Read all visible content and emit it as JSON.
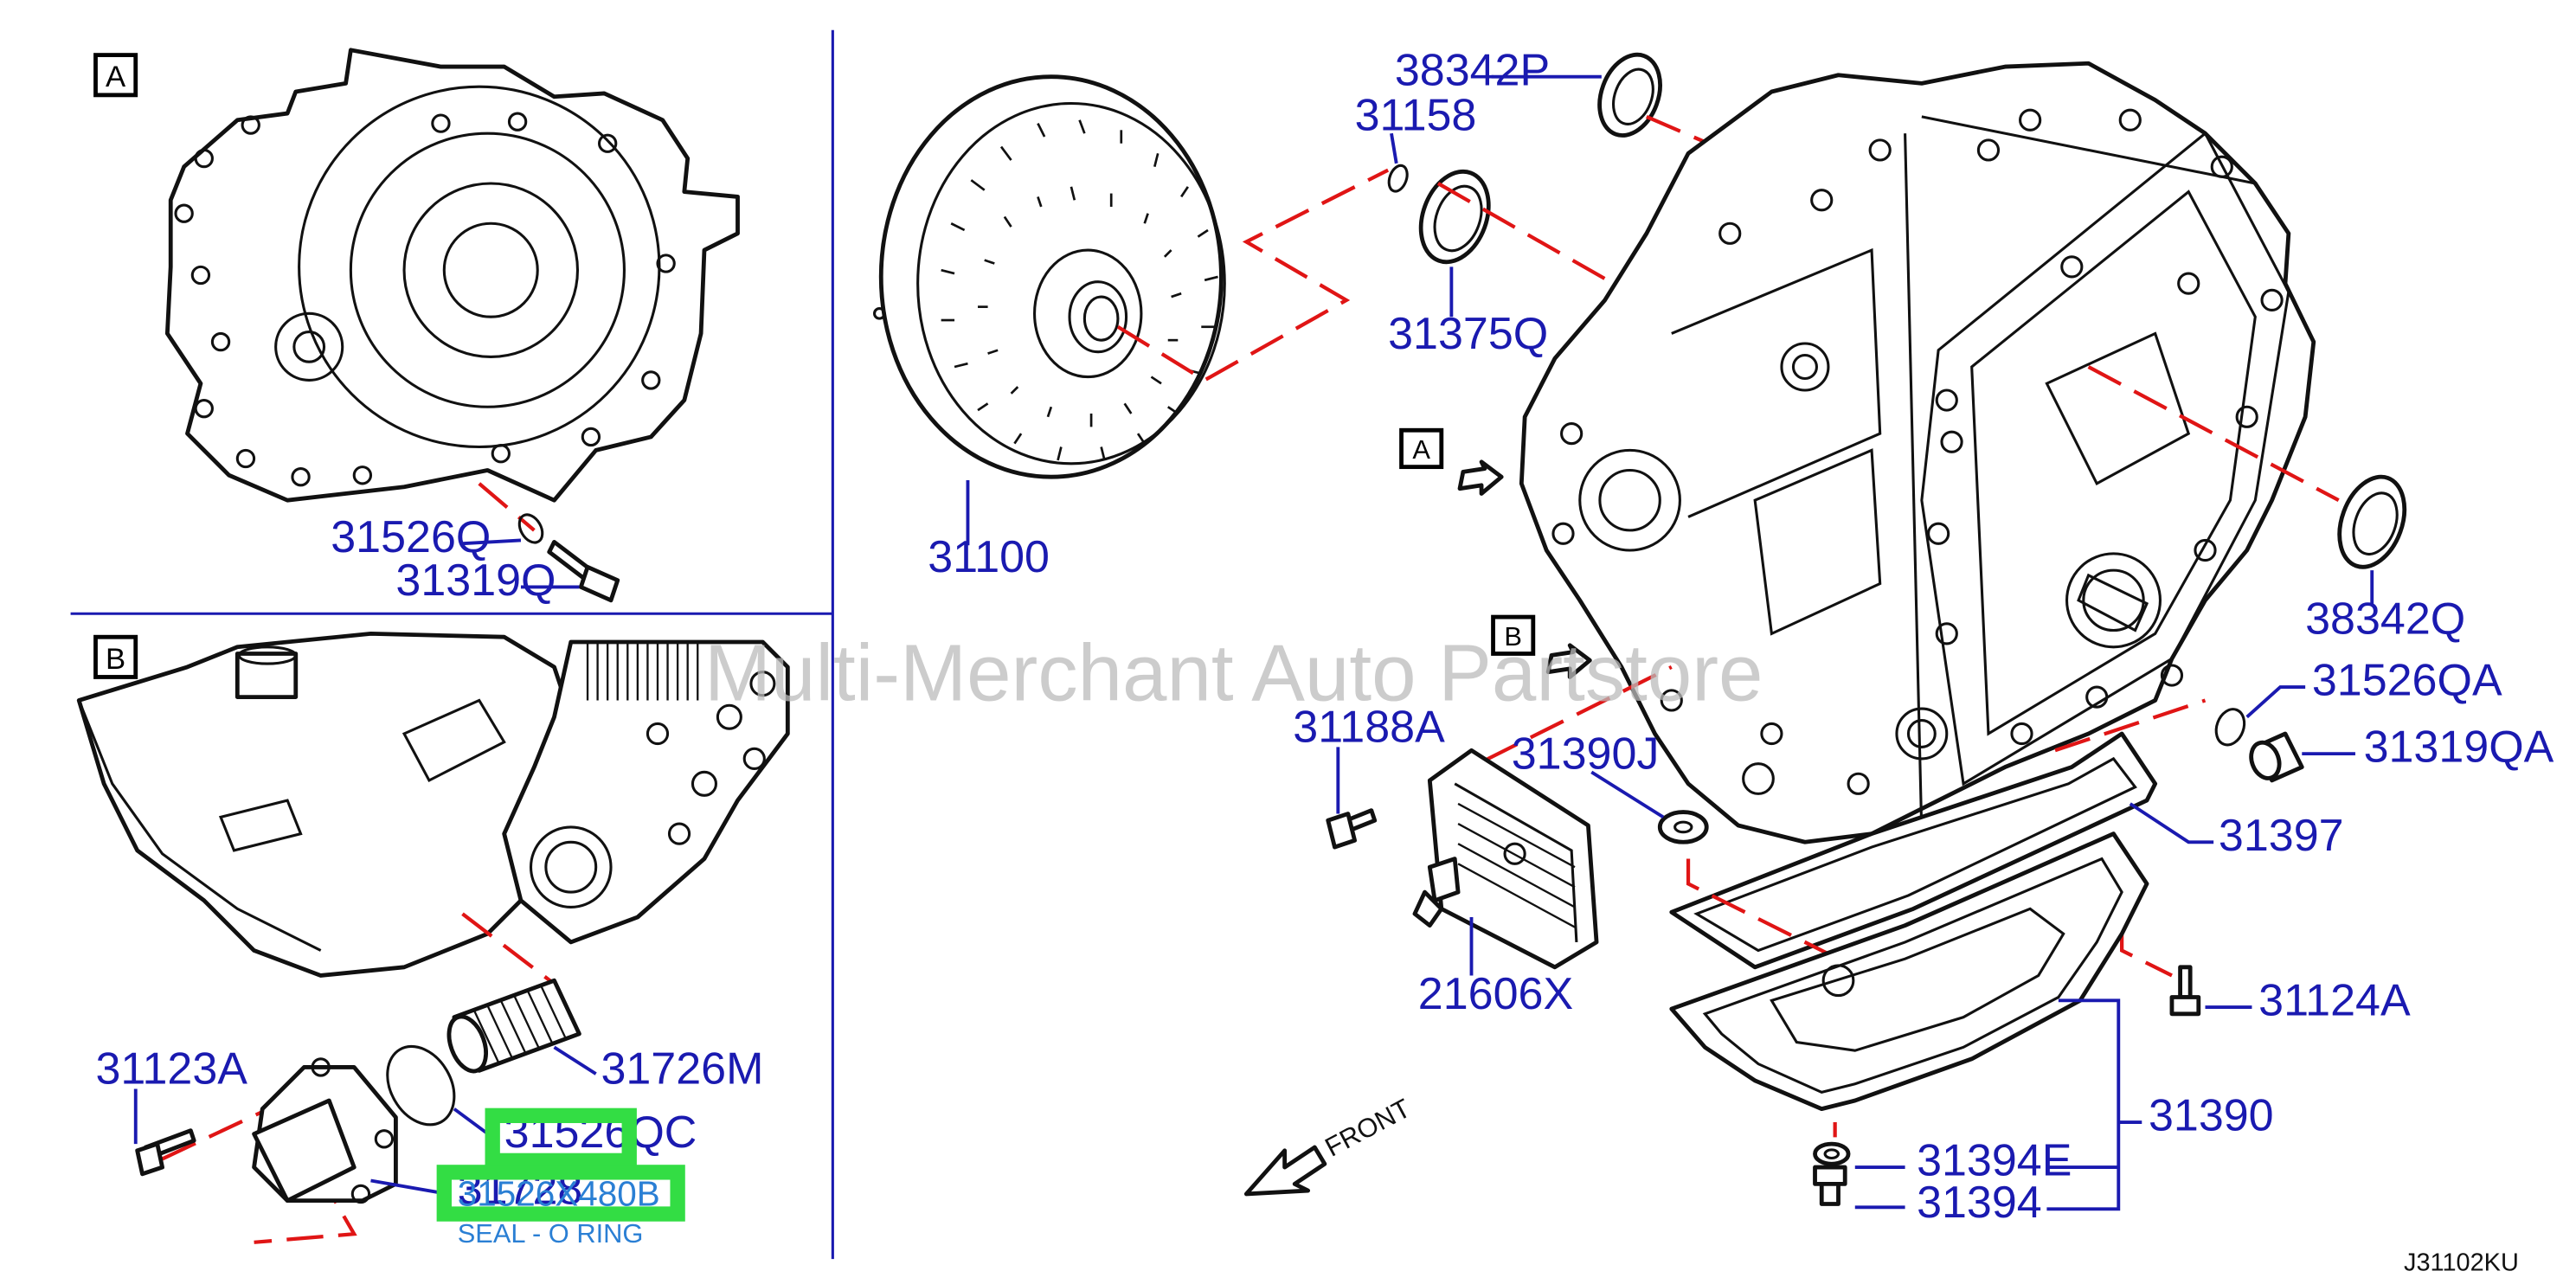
{
  "watermark": "Multi-Merchant Auto Partstore",
  "diagram_code": "J31102KU",
  "front_label": "FRONT",
  "view_labels": {
    "a_box": "A",
    "b_box": "B",
    "a_pointer": "A",
    "b_pointer": "B"
  },
  "parts": {
    "p31526Q": "31526Q",
    "p31319Q": "31319Q",
    "p31100": "31100",
    "p38342P": "38342P",
    "p31158": "31158",
    "p31375Q": "31375Q",
    "p38342Q": "38342Q",
    "p31526QA": "31526QA",
    "p31319QA": "31319QA",
    "p31188A": "31188A",
    "p31390J": "31390J",
    "p31397": "31397",
    "p21606X": "21606X",
    "p31124A": "31124A",
    "p31390": "31390",
    "p31394E": "31394E",
    "p31394": "31394",
    "p31123A": "31123A",
    "p31726M": "31726M",
    "p31526QC": "31526QC",
    "p31728": "31728"
  },
  "highlight": {
    "part_number": "31526X480B",
    "description": "SEAL - O RING",
    "box_color": "#33dd44",
    "text_color": "#2a7fd4"
  },
  "colors": {
    "callout_text": "#1a1ab0",
    "dashed_guide": "#e01515",
    "line_art": "#111111",
    "watermark": "#bbbbbb"
  }
}
